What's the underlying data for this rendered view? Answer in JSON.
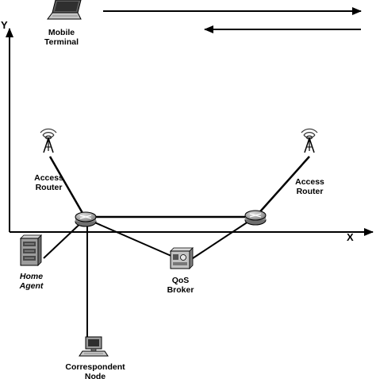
{
  "axes": {
    "x_label": "X",
    "y_label": "Y"
  },
  "nodes": {
    "mobile_terminal": {
      "line1": "Mobile",
      "line2": "Terminal",
      "icon": "laptop-icon"
    },
    "access_router_left": {
      "line1": "Access",
      "line2": "Router",
      "icon": "antenna-icon"
    },
    "access_router_right": {
      "line1": "Access",
      "line2": "Router",
      "icon": "antenna-icon"
    },
    "home_agent": {
      "line1": "Home",
      "line2": "Agent",
      "icon": "server-icon"
    },
    "qos_broker": {
      "line1": "QoS",
      "line2": "Broker",
      "icon": "broker-icon"
    },
    "correspondent_node": {
      "line1": "Correspondent",
      "line2": "Node",
      "icon": "workstation-icon"
    }
  },
  "edges": [
    [
      "router_left",
      "access_router_left"
    ],
    [
      "router_left",
      "router_right"
    ],
    [
      "router_right",
      "access_router_right"
    ],
    [
      "router_left",
      "home_agent"
    ],
    [
      "router_left",
      "qos_broker"
    ],
    [
      "router_right",
      "qos_broker"
    ],
    [
      "router_left",
      "correspondent_node"
    ]
  ],
  "motion_arrows": [
    "right",
    "left"
  ],
  "colors": {
    "line": "#000000",
    "router": "#9a9a9a",
    "device": "#bdbdbd"
  }
}
